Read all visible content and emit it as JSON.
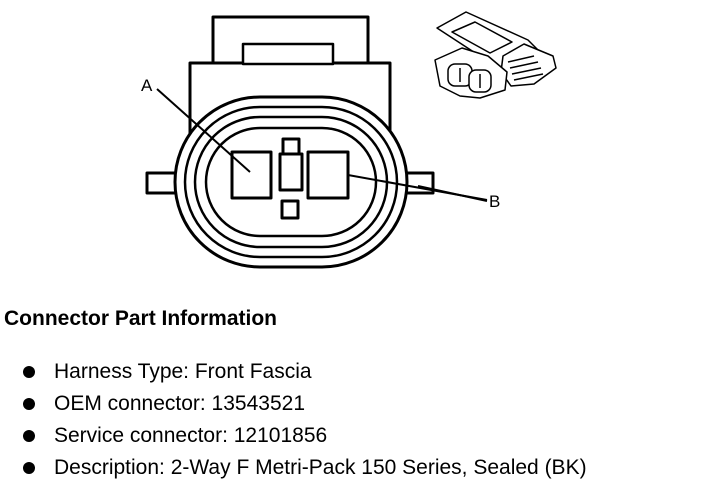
{
  "diagram": {
    "callout_a": "A",
    "callout_b": "B"
  },
  "info": {
    "heading": "Connector Part Information",
    "items": [
      "Harness Type: Front Fascia",
      "OEM connector: 13543521",
      "Service connector: 12101856",
      "Description: 2-Way F Metri-Pack 150 Series, Sealed (BK)"
    ]
  }
}
